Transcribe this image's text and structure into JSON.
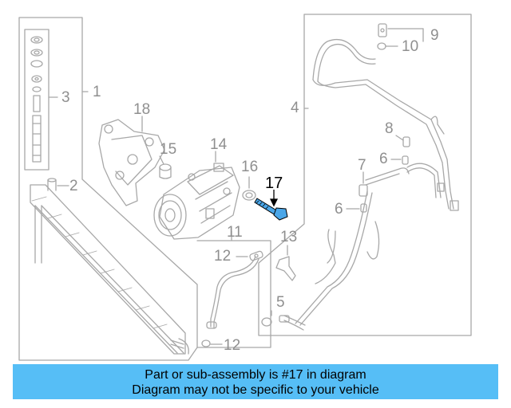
{
  "callouts": {
    "c1": "1",
    "c2": "2",
    "c3": "3",
    "c4": "4",
    "c5": "5",
    "c6a": "6",
    "c6b": "6",
    "c7": "7",
    "c8": "8",
    "c9": "9",
    "c10": "10",
    "c11": "11",
    "c12a": "12",
    "c12b": "12",
    "c13": "13",
    "c14": "14",
    "c15": "15",
    "c16": "16",
    "c17": "17",
    "c18": "18"
  },
  "highlight_part": "17",
  "colors": {
    "line": "#a8a8a8",
    "highlight_bolt": "#4aa6e8",
    "banner": "#56bef6"
  },
  "footer": {
    "line1": "Part or sub-assembly is #17 in diagram",
    "line2": "Diagram may not be specific to your vehicle"
  }
}
